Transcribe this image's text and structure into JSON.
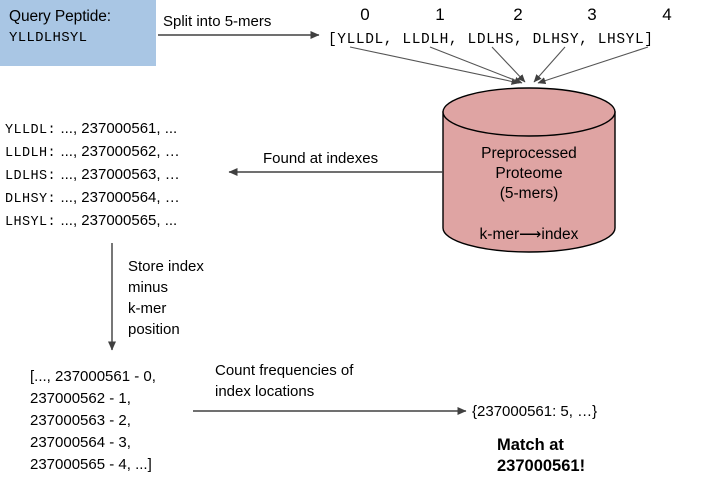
{
  "query": {
    "label": "Query Peptide:",
    "sequence": "YLLDLHSYL",
    "box_color": "#a9c6e4"
  },
  "arrows": {
    "split_label": "Split into 5-mers",
    "found_label": "Found at indexes",
    "store_label_lines": [
      "Store index",
      "minus",
      "k-mer",
      "position"
    ],
    "count_label_lines": [
      "Count frequencies of",
      "index locations"
    ]
  },
  "kmers": {
    "indices": [
      "0",
      "1",
      "2",
      "3",
      "4"
    ],
    "array_text": "[YLLDL, LLDLH, LDLHS, DLHSY, LHSYL]",
    "list": [
      "YLLDL",
      "LLDLH",
      "LDLHS",
      "DLHSY",
      "LHSYL"
    ]
  },
  "database": {
    "line1": "Preprocessed",
    "line2": "Proteome",
    "line3": "(5-mers)",
    "mapping": "k-mer⟶index",
    "fill_color": "#dfa4a3",
    "stroke_color": "#000000"
  },
  "found_rows": [
    {
      "kmer": "YLLDL:",
      "values": "..., 237000561, ..."
    },
    {
      "kmer": "LLDLH:",
      "values": "..., 237000562, …"
    },
    {
      "kmer": "LDLHS:",
      "values": "..., 237000563, …"
    },
    {
      "kmer": "DLHSY:",
      "values": "..., 237000564, …"
    },
    {
      "kmer": "LHSYL:",
      "values": "..., 237000565, ..."
    }
  ],
  "offsets": {
    "lines": [
      "[..., 237000561 - 0,",
      "237000562 - 1,",
      "237000563 - 2,",
      "237000564 - 3,",
      "237000565 - 4, ...]"
    ]
  },
  "result": {
    "frequency_dict": "{237000561: 5, …}",
    "match_line1": "Match at",
    "match_line2": "237000561!"
  }
}
